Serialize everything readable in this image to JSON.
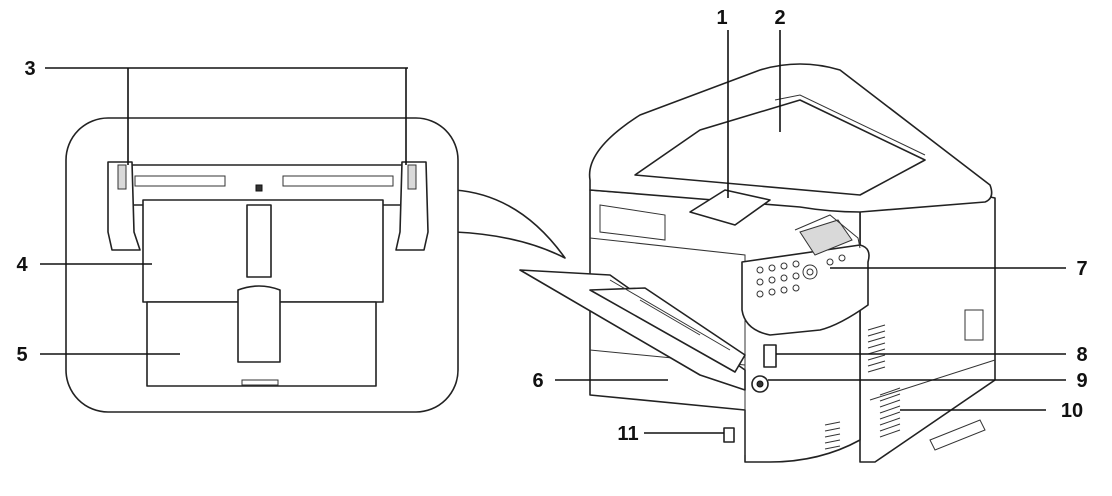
{
  "callouts": {
    "c1": "1",
    "c2": "2",
    "c3": "3",
    "c4": "4",
    "c5": "5",
    "c6": "6",
    "c7": "7",
    "c8": "8",
    "c9": "9",
    "c10": "10",
    "c11": "11"
  },
  "colors": {
    "line": "#111111",
    "outline": "#222222",
    "background": "#ffffff"
  }
}
